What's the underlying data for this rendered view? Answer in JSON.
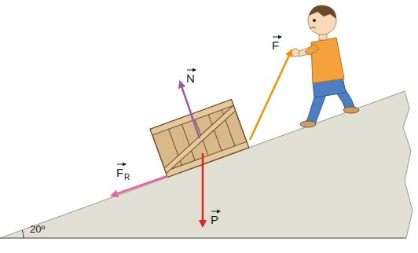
{
  "diagram": {
    "labels": [
      "N",
      "F",
      "F",
      "R",
      "P",
      "20º"
    ]
  }
}
